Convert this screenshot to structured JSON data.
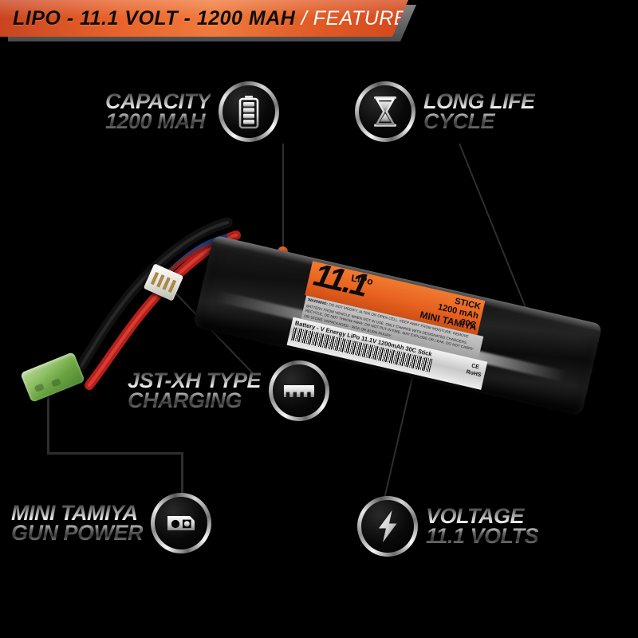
{
  "banner": {
    "title_dark": "LIPO - 11.1 VOLT - 1200 MAH",
    "title_light": "/ FEATURES",
    "color": "#e8622a"
  },
  "theme": {
    "background": "#000000",
    "accent_orange": "#e8541c",
    "metal_light": "#f2f2f2",
    "metal_dark": "#2b2b2b"
  },
  "callouts": [
    {
      "id": "capacity",
      "line1": "CAPACITY",
      "line2": "1200 MAH",
      "icon": "battery-icon",
      "text_side": "left"
    },
    {
      "id": "long-life-cycle",
      "line1": "LONG LIFE",
      "line2": "CYCLE",
      "icon": "hourglass-icon",
      "text_side": "right"
    },
    {
      "id": "jst-xh-charging",
      "line1": "JST-XH TYPE",
      "line2": "CHARGING",
      "icon": "jst-connector-icon",
      "text_side": "left"
    },
    {
      "id": "mini-tamiya",
      "line1": "MINI TAMIYA",
      "line2": "GUN POWER",
      "icon": "tamiya-connector-icon",
      "text_side": "left"
    },
    {
      "id": "voltage",
      "line1": "VOLTAGE",
      "line2": "11.1 VOLTS",
      "icon": "lightning-bolt-icon",
      "text_side": "right"
    }
  ],
  "product": {
    "label_brand": "LiPo",
    "label_voltage": "11.1",
    "label_capacity": "1200 mAh",
    "label_discharge": "30C",
    "label_connector": "MINI TAMIYA",
    "label_stick": "STICK",
    "warning_title": "WARNING:",
    "warning_text": "DO NOT MODIFY, ALTER OR OPEN CELL. KEEP AWAY FROM MOISTURE. REMOVE BATTERY FROM VEHICLE WHEN NOT IN USE. ONLY CHARGE WITH DESIGNATED CHARGERS. RECYCLE. DO NOT THROW AWAY. DO NOT PUT IN FIRE. MAY EXPLODE OR LEAK. DO NOT CARRY OR STORE UNPACKAGED - RISK OR BURN INJURY.",
    "barcode_text": "Battery - V Energy LiPo 11.1V 1200mAh 30C Stick",
    "mark_ce": "CE",
    "mark_rohs": "RoHS"
  }
}
